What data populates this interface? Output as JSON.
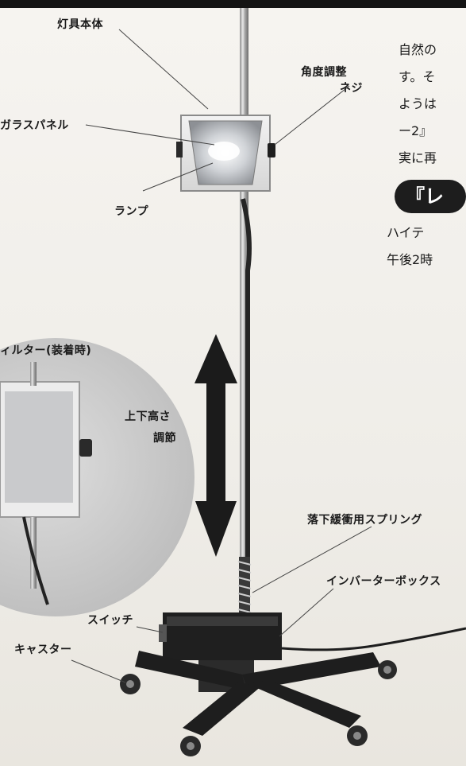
{
  "labels": {
    "lamp_body": "灯具本体",
    "angle_adjust_line1": "角度調整",
    "angle_adjust_line2": "ネジ",
    "glass_panel": "ガラスパネル",
    "lamp": "ランプ",
    "filter": "ィルター(装着時)",
    "height_adjust_line1": "上下高さ",
    "height_adjust_line2": "調節",
    "drop_spring": "落下緩衝用スプリング",
    "inverter_box": "インバーターボックス",
    "switch": "スイッチ",
    "caster": "キャスター"
  },
  "body_text": {
    "lines": [
      "自然の",
      "す。そ",
      "ようは",
      "ー2』",
      "実に再"
    ],
    "heading": "『レ",
    "sub_lines": [
      "ハイテ",
      "午後2時"
    ]
  },
  "colors": {
    "top_bar": "#141414",
    "stand_black": "#1c1c1c",
    "chrome": "#b8b8b8",
    "lamp_housing": "#e9e9e9",
    "inset_circle": "#cfcfcf"
  }
}
